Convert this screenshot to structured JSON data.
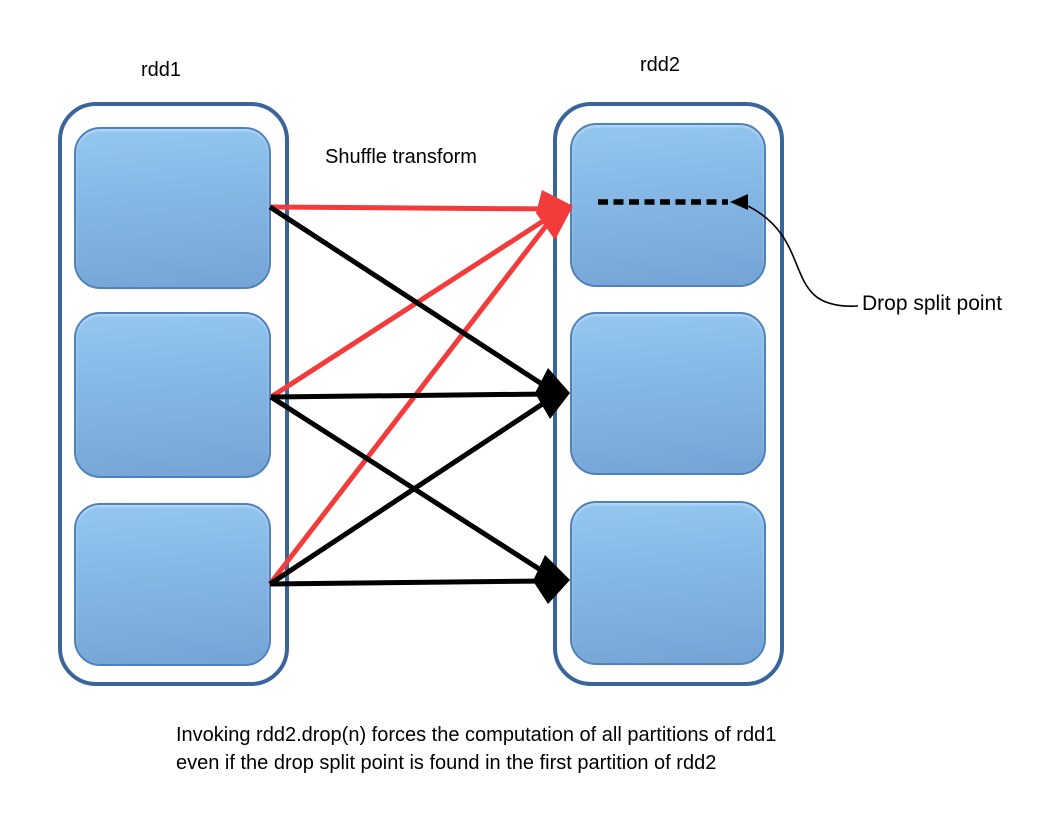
{
  "diagram": {
    "rdd1": {
      "label": "rdd1",
      "partitions": 3
    },
    "rdd2": {
      "label": "rdd2",
      "partitions": 3
    },
    "shuffle_label": "Shuffle transform",
    "drop_split": {
      "label": "Drop split point"
    },
    "caption": {
      "line1": "Invoking rdd2.drop(n) forces the computation of all partitions of rdd1",
      "line2": "even if the drop split point is found in the first partition of rdd2"
    },
    "colors": {
      "red_arrow": "#f43b3b",
      "black_arrow": "#000000",
      "container_border": "#3a659b",
      "partition_border": "#4f81bd",
      "partition_fill_top": "#94c7f0",
      "partition_fill_bottom": "#74a4d5"
    },
    "connections": [
      {
        "from": "rdd1-p1",
        "to": "rdd2-p1",
        "color": "red"
      },
      {
        "from": "rdd1-p1",
        "to": "rdd2-p2",
        "color": "black"
      },
      {
        "from": "rdd1-p2",
        "to": "rdd2-p1",
        "color": "red"
      },
      {
        "from": "rdd1-p2",
        "to": "rdd2-p2",
        "color": "black"
      },
      {
        "from": "rdd1-p2",
        "to": "rdd2-p3",
        "color": "black"
      },
      {
        "from": "rdd1-p3",
        "to": "rdd2-p1",
        "color": "red"
      },
      {
        "from": "rdd1-p3",
        "to": "rdd2-p2",
        "color": "black"
      },
      {
        "from": "rdd1-p3",
        "to": "rdd2-p3",
        "color": "black"
      }
    ]
  }
}
